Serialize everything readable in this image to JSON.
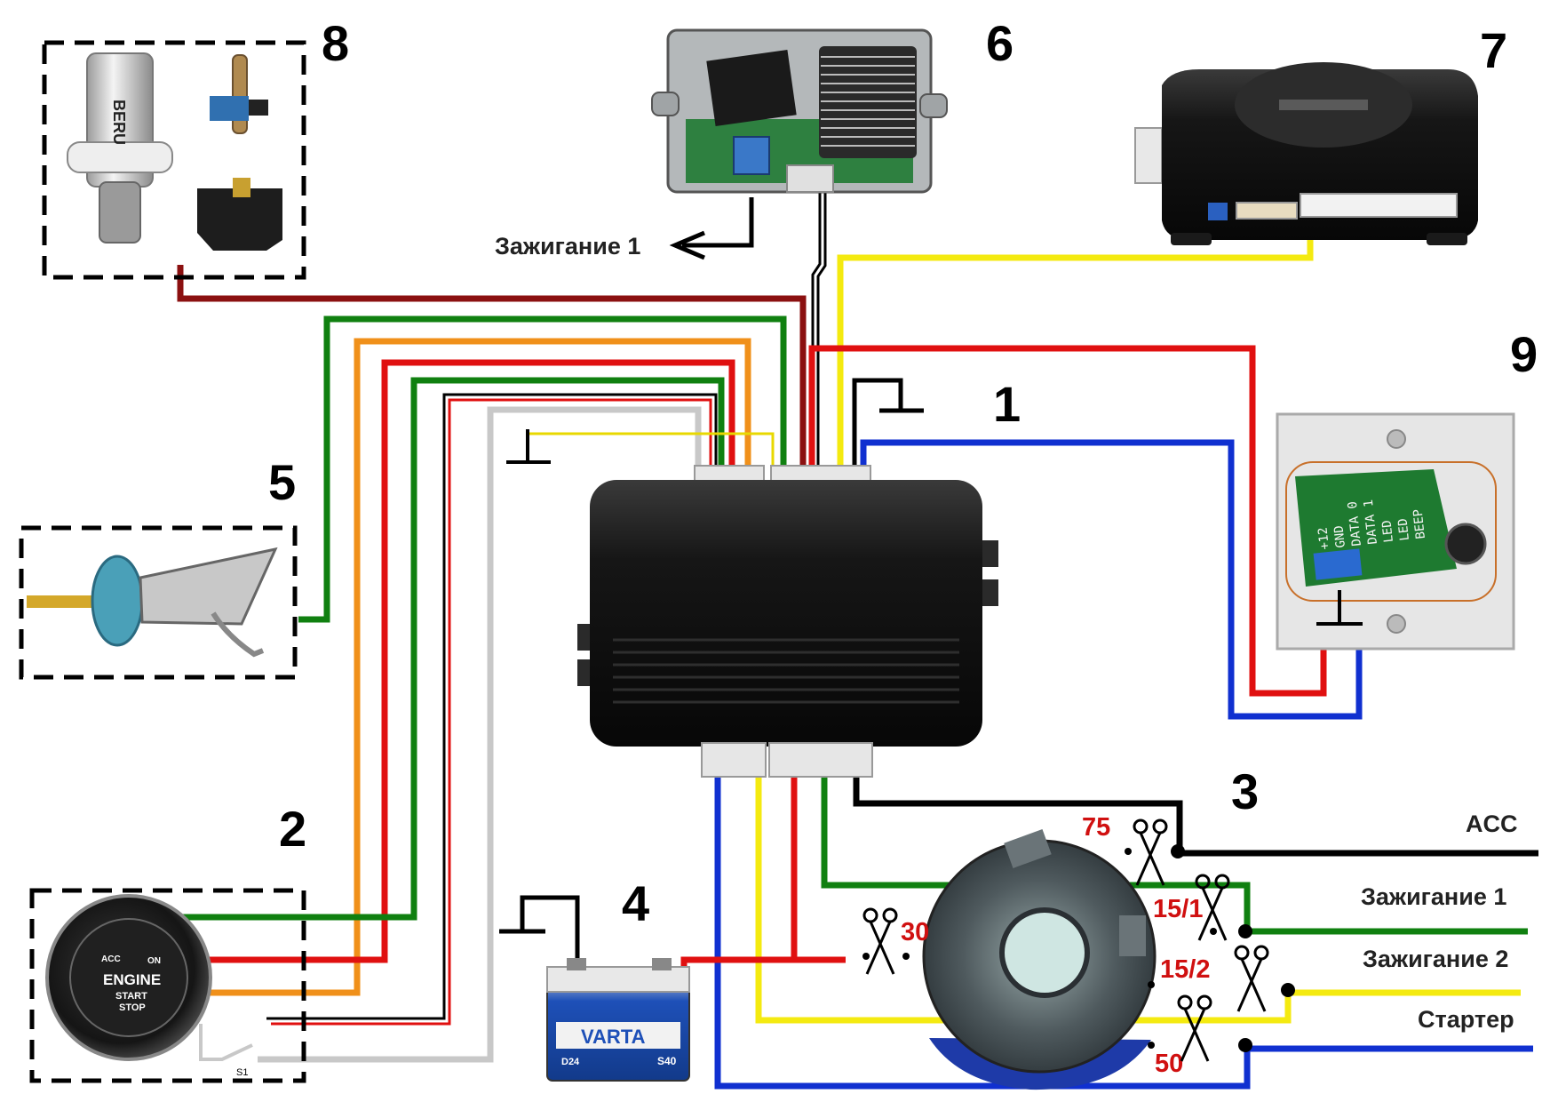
{
  "components": [
    {
      "number": "1"
    },
    {
      "number": "2"
    },
    {
      "number": "3"
    },
    {
      "number": "4"
    },
    {
      "number": "5"
    },
    {
      "number": "6"
    },
    {
      "number": "7"
    },
    {
      "number": "8"
    },
    {
      "number": "9"
    }
  ],
  "labels": {
    "ignition1_top": "Зажигание 1",
    "acc": "ACC",
    "ignition1": "Зажигание 1",
    "ignition2": "Зажигание 2",
    "starter": "Стартер"
  },
  "terminals": [
    "75",
    "30",
    "15/1",
    "15/2",
    "50"
  ],
  "button": {
    "acc": "ACC",
    "on": "ON",
    "engine": "ENGINE",
    "start": "START",
    "stop": "STOP",
    "switch": "S1"
  },
  "battery": {
    "brand": "VARTA",
    "model": "D24",
    "spec": "S40"
  },
  "coil_brand": "BERU",
  "reader_pins": [
    "+12",
    "GND",
    "DATA 0",
    "DATA 1",
    "LED",
    "LED",
    "BEEP"
  ],
  "colors": {
    "red": "#e01010",
    "dark_red": "#8b1010",
    "green": "#108010",
    "orange": "#f0901a",
    "yellow": "#f4ea10",
    "blue": "#1030d0",
    "black": "#000000",
    "gray": "#c8c8c8"
  }
}
